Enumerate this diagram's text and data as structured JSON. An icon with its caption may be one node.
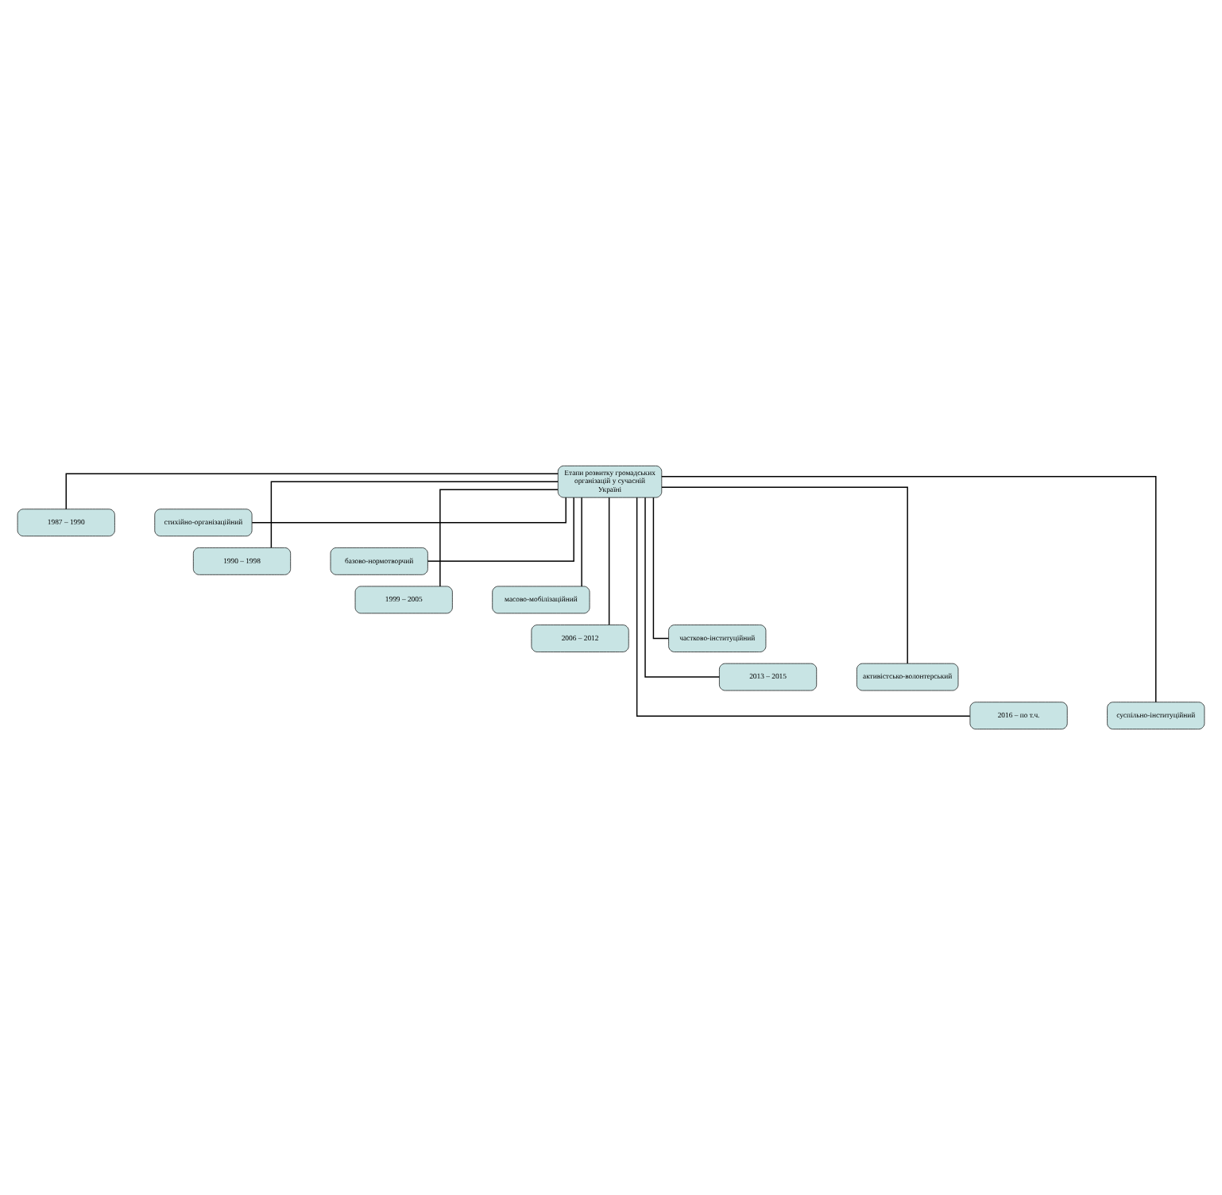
{
  "diagram": {
    "nodes": [
      {
        "text": [
          "Етапи розвитку громадських організацій у сучасній Україні"
        ]
      },
      {
        "text": [
          "1987 – 1990"
        ]
      },
      {
        "text": [
          "стихійно-організаційний"
        ]
      },
      {
        "text": [
          "1990 – 1998"
        ]
      },
      {
        "text": [
          "базово-нормотворчий"
        ]
      },
      {
        "text": [
          "1999 – 2005"
        ]
      },
      {
        "text": [
          "масово-мобілізаційний"
        ]
      },
      {
        "text": [
          "2006 – 2012"
        ]
      },
      {
        "text": [
          "частково-інституційний"
        ]
      },
      {
        "text": [
          "2013 – 2015"
        ]
      },
      {
        "text": [
          "активістсько-волонтерський"
        ]
      },
      {
        "text": [
          "2016 – по т.ч."
        ]
      },
      {
        "text": [
          "суспільно-інституційний"
        ]
      }
    ],
    "edges": [
      {
        "from": 0,
        "to": 1,
        "arrow": "none"
      },
      {
        "from": 0,
        "to": 2,
        "arrow": "none"
      },
      {
        "from": 0,
        "to": 3,
        "arrow": "none"
      },
      {
        "from": 0,
        "to": 4,
        "arrow": "none"
      },
      {
        "from": 0,
        "to": 5,
        "arrow": "none"
      },
      {
        "from": 0,
        "to": 6,
        "arrow": "none"
      },
      {
        "from": 0,
        "to": 7,
        "arrow": "none"
      },
      {
        "from": 0,
        "to": 8,
        "arrow": "none"
      },
      {
        "from": 0,
        "to": 9,
        "arrow": "none"
      },
      {
        "from": 0,
        "to": 10,
        "arrow": "none"
      },
      {
        "from": 0,
        "to": 11,
        "arrow": "none"
      },
      {
        "from": 0,
        "to": 12,
        "arrow": "none"
      }
    ]
  }
}
